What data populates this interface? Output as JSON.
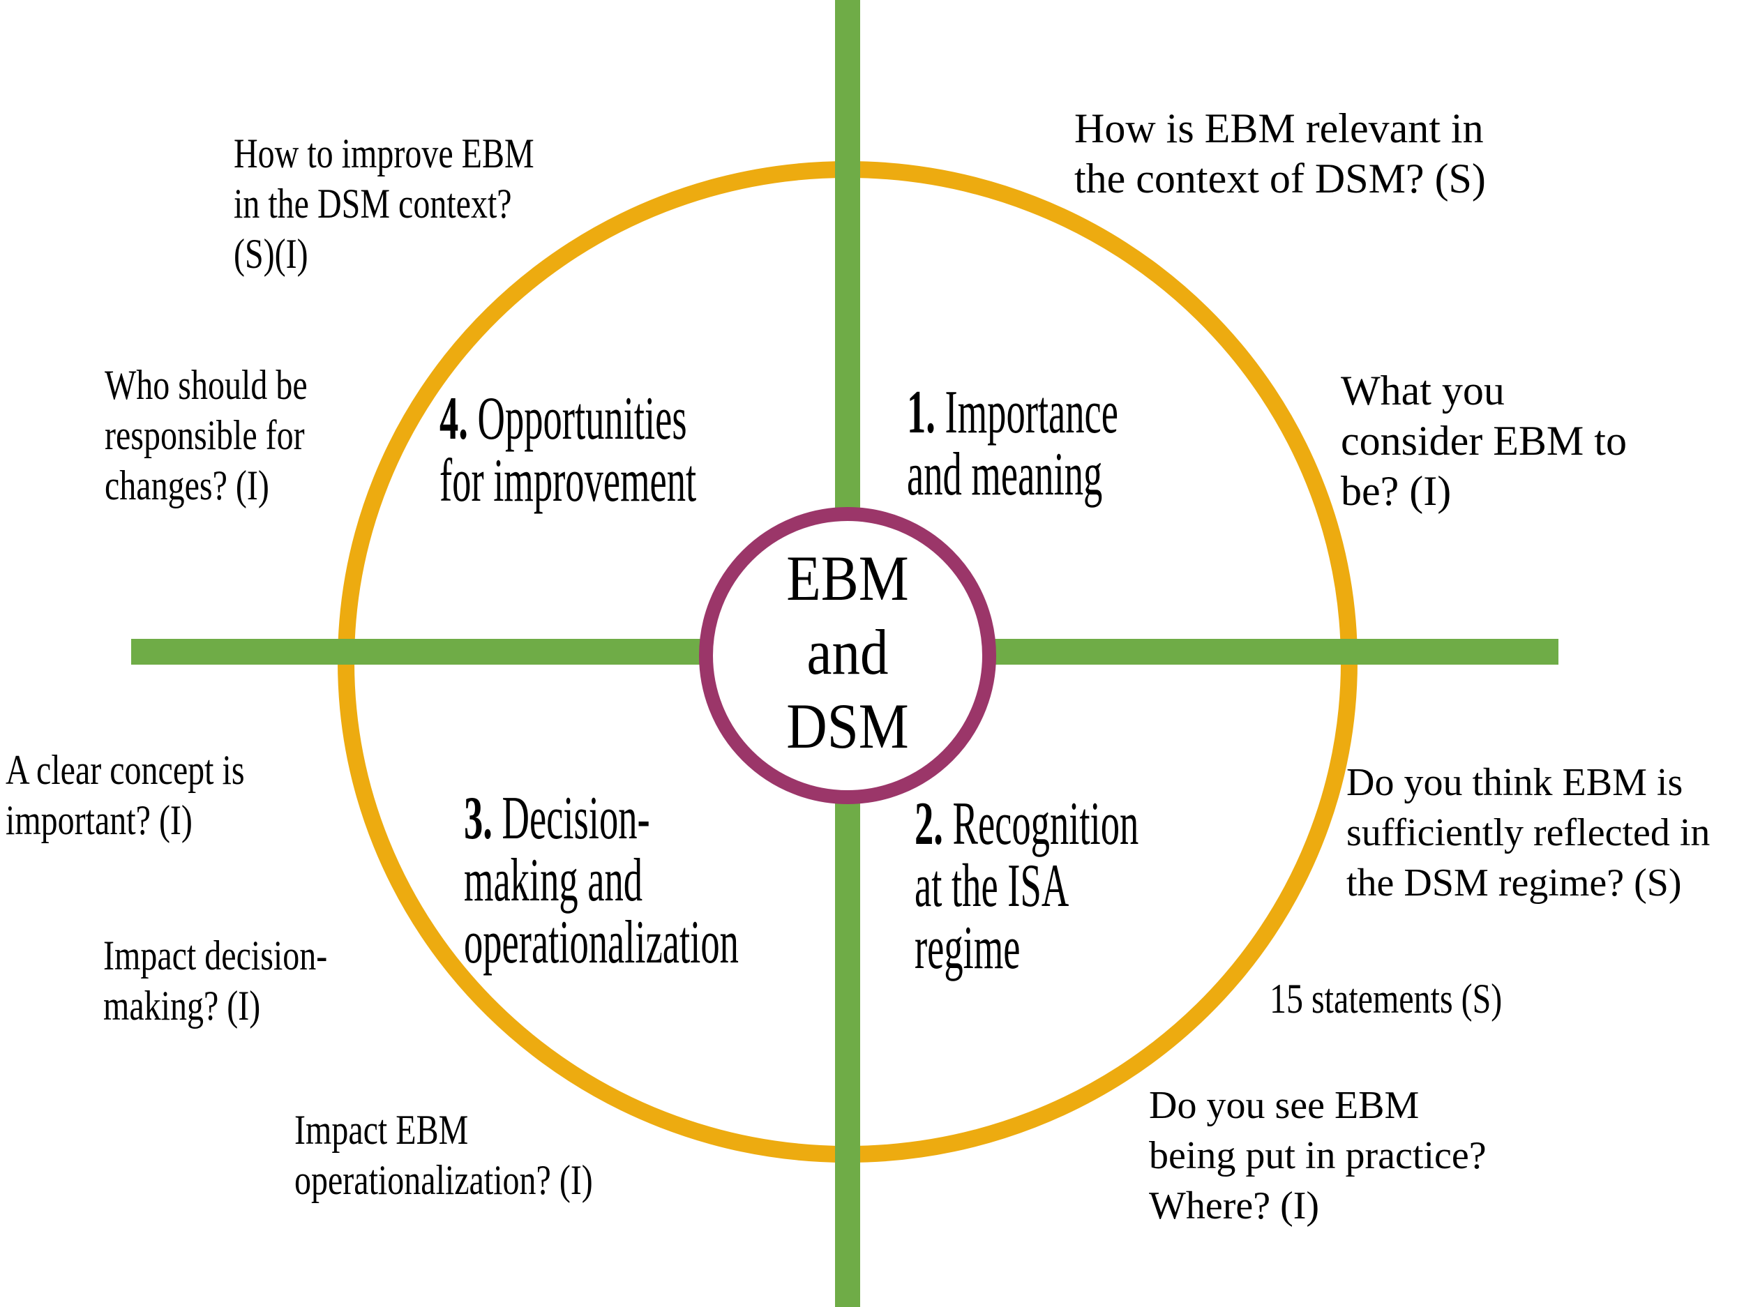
{
  "colors": {
    "yellow": "#EDAB10",
    "green": "#6FAC47",
    "purple": "#9B3669",
    "text": "#000000",
    "background": "#FFFFFF"
  },
  "center_circle": {
    "line1": "EBM",
    "line2": "and",
    "line3": "DSM"
  },
  "quadrants": {
    "q1": {
      "number": "1.",
      "title_line1": " Importance",
      "title_line2": "and meaning"
    },
    "q2": {
      "number": "2.",
      "title_line1": " Recognition",
      "title_line2": "at the ISA",
      "title_line3": "regime"
    },
    "q3": {
      "number": "3.",
      "title_line1": " Decision-",
      "title_line2": "making and",
      "title_line3": "operationalization"
    },
    "q4": {
      "number": "4.",
      "title_line1": " Opportunities",
      "title_line2": "for improvement"
    }
  },
  "annotations": {
    "improve_ebm": {
      "line1": "How to improve EBM",
      "line2": "in the DSM context?",
      "line3": "(S)(I)"
    },
    "ebm_relevant": {
      "line1": "How is EBM relevant in",
      "line2": "the context of DSM? (S)"
    },
    "consider_ebm": {
      "line1": "What you",
      "line2": "consider EBM to",
      "line3": "be? (I)"
    },
    "responsible": {
      "line1": "Who should be",
      "line2": "responsible for",
      "line3": "changes? (I)"
    },
    "clear_concept": {
      "line1": "A clear concept is",
      "line2": "important? (I)"
    },
    "impact_decision": {
      "line1": "Impact decision-",
      "line2": "making? (I)"
    },
    "impact_operationalization": {
      "line1": "Impact EBM",
      "line2": "operationalization? (I)"
    },
    "sufficiently_reflected": {
      "line1": "Do you think EBM is",
      "line2": "sufficiently reflected in",
      "line3": "the DSM regime? (S)"
    },
    "statements": {
      "line1": "15 statements (S)"
    },
    "put_in_practice": {
      "line1": "Do you see EBM",
      "line2": "being put in practice?",
      "line3": "Where? (I)"
    }
  }
}
